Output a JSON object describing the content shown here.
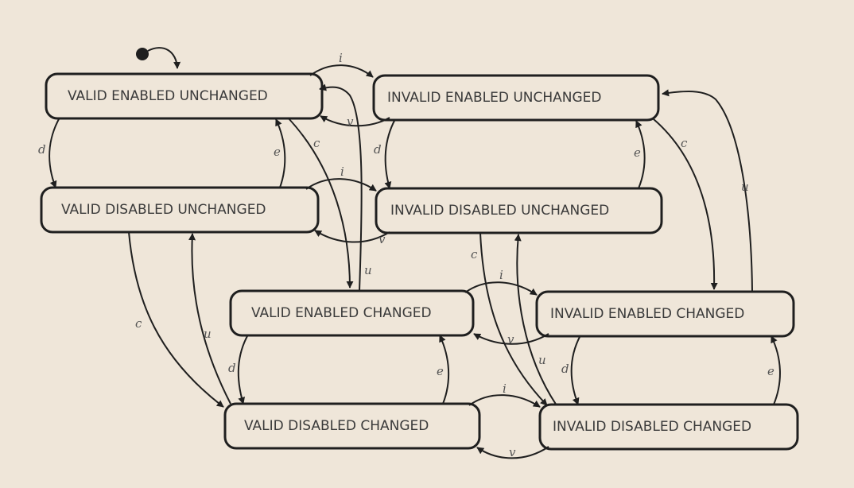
{
  "diagram": {
    "states": {
      "valid_enabled_unchanged": "VALID ENABLED UNCHANGED",
      "invalid_enabled_unchanged": "INVALID ENABLED UNCHANGED",
      "valid_disabled_unchanged": "VALID DISABLED UNCHANGED",
      "invalid_disabled_unchanged": "INVALID DISABLED UNCHANGED",
      "valid_enabled_changed": "VALID ENABLED CHANGED",
      "invalid_enabled_changed": "INVALID ENABLED CHANGED",
      "valid_disabled_changed": "VALID DISABLED CHANGED",
      "invalid_disabled_changed": "INVALID DISABLED CHANGED"
    },
    "labels": {
      "i": "i",
      "v": "v",
      "d": "d",
      "e": "e",
      "c": "c",
      "u": "u"
    }
  }
}
